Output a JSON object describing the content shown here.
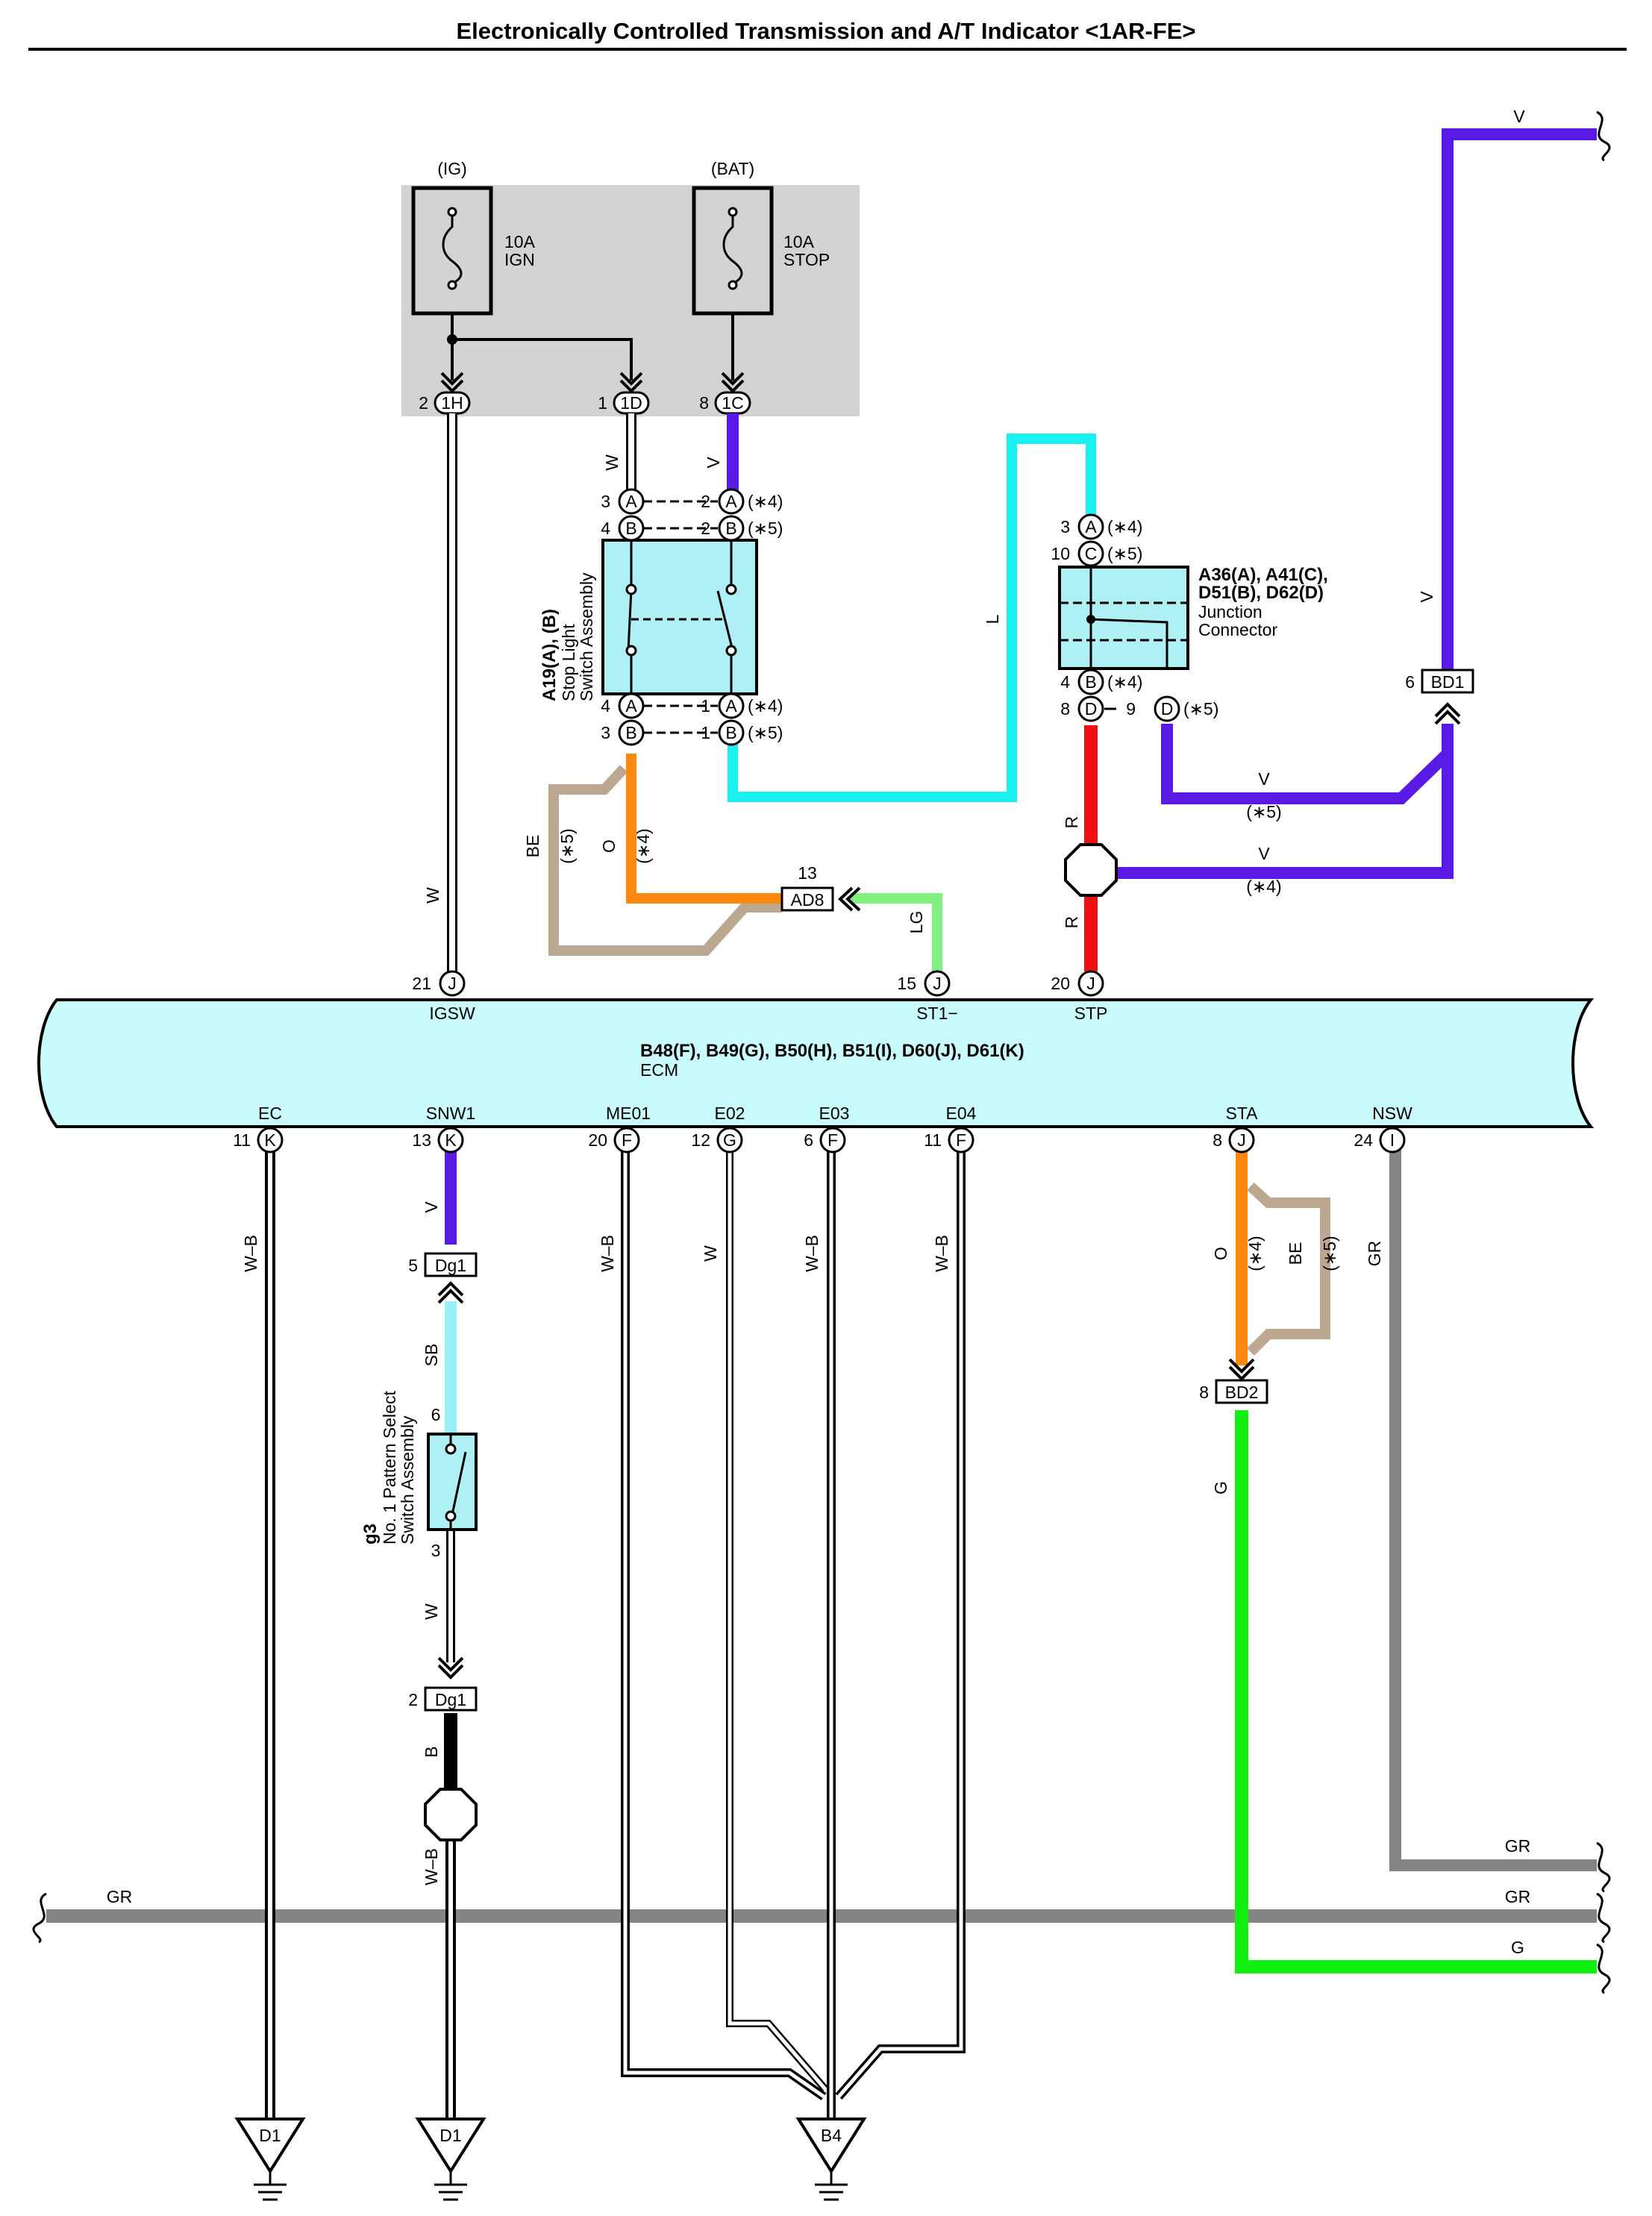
{
  "title": "Electronically Controlled Transmission and A/T Indicator <1AR-FE>",
  "colors": {
    "violet": "#5a1ae6",
    "cyan": "#19f0f0",
    "red": "#ee1111",
    "orange": "#ff8811",
    "beige": "#bca790",
    "lightgreen": "#80f080",
    "green": "#11f011",
    "gray": "#848484",
    "skyblue": "#99f0f8",
    "component_fill": "#aef0f4",
    "ecm_fill": "#c9fbfc",
    "relay_bg": "#d3d3d3"
  },
  "fuse_box": {
    "ig_label": "(IG)",
    "bat_label": "(BAT)",
    "fuse_ign": {
      "amp": "10A",
      "name": "IGN"
    },
    "fuse_stop": {
      "amp": "10A",
      "name": "STOP"
    },
    "pins": [
      {
        "num": "2",
        "code": "1H"
      },
      {
        "num": "1",
        "code": "1D"
      },
      {
        "num": "8",
        "code": "1C"
      }
    ]
  },
  "stop_light_switch": {
    "id": "A19(A), (B)",
    "name1": "Stop Light",
    "name2": "Switch Assembly",
    "top_left": [
      {
        "num": "3",
        "code": "A"
      },
      {
        "num": "4",
        "code": "B"
      }
    ],
    "top_right": [
      {
        "num": "2",
        "code": "A",
        "note": "(∗4)"
      },
      {
        "num": "2",
        "code": "B",
        "note": "(∗5)"
      }
    ],
    "bottom_left": [
      {
        "num": "4",
        "code": "A"
      },
      {
        "num": "3",
        "code": "B"
      }
    ],
    "bottom_right": [
      {
        "num": "1",
        "code": "A",
        "note": "(∗4)"
      },
      {
        "num": "1",
        "code": "B",
        "note": "(∗5)"
      }
    ]
  },
  "junction_connector": {
    "id1": "A36(A), A41(C),",
    "id2": "D51(B), D62(D)",
    "name1": "Junction",
    "name2": "Connector",
    "top": [
      {
        "num": "3",
        "code": "A",
        "note": "(∗4)"
      },
      {
        "num": "10",
        "code": "C",
        "note": "(∗5)"
      }
    ],
    "bottom": [
      {
        "num": "4",
        "code": "B",
        "note": "(∗4)"
      },
      {
        "num": "8",
        "code": "D"
      }
    ],
    "extra": {
      "num": "9",
      "code": "D",
      "note": "(∗5)"
    }
  },
  "connectors": {
    "bd1": {
      "num": "6",
      "code": "BD1"
    },
    "ad8": {
      "num": "13",
      "code": "AD8"
    },
    "bd2": {
      "num": "8",
      "code": "BD2"
    },
    "dg1_top": {
      "num": "5",
      "code": "Dg1"
    },
    "dg1_bottom": {
      "num": "2",
      "code": "Dg1"
    }
  },
  "ecm": {
    "ids": "B48(F), B49(G), B50(H), B51(I), D60(J), D61(K)",
    "name": "ECM",
    "top_pins": [
      {
        "num": "21",
        "code": "J",
        "label": "IGSW"
      },
      {
        "num": "15",
        "code": "J",
        "label": "ST1−"
      },
      {
        "num": "20",
        "code": "J",
        "label": "STP"
      }
    ],
    "bottom_pins": [
      {
        "num": "11",
        "code": "K",
        "label": "EC"
      },
      {
        "num": "13",
        "code": "K",
        "label": "SNW1"
      },
      {
        "num": "20",
        "code": "F",
        "label": "ME01"
      },
      {
        "num": "12",
        "code": "G",
        "label": "E02"
      },
      {
        "num": "6",
        "code": "F",
        "label": "E03"
      },
      {
        "num": "11",
        "code": "F",
        "label": "E04"
      },
      {
        "num": "8",
        "code": "J",
        "label": "STA"
      },
      {
        "num": "24",
        "code": "I",
        "label": "NSW"
      }
    ]
  },
  "pattern_switch": {
    "id": "g3",
    "name1": "No. 1 Pattern Select",
    "name2": "Switch Assembly",
    "pin_top": "6",
    "pin_bottom": "3"
  },
  "grounds": [
    {
      "code": "D1"
    },
    {
      "code": "D1"
    },
    {
      "code": "B4"
    }
  ],
  "wire_labels": {
    "w": "W",
    "v": "V",
    "l": "L",
    "r": "R",
    "be": "BE",
    "o": "O",
    "lg": "LG",
    "wb": "W–B",
    "sb": "SB",
    "b": "B",
    "g": "G",
    "gr": "GR",
    "note4": "(∗4)",
    "note5": "(∗5)"
  }
}
